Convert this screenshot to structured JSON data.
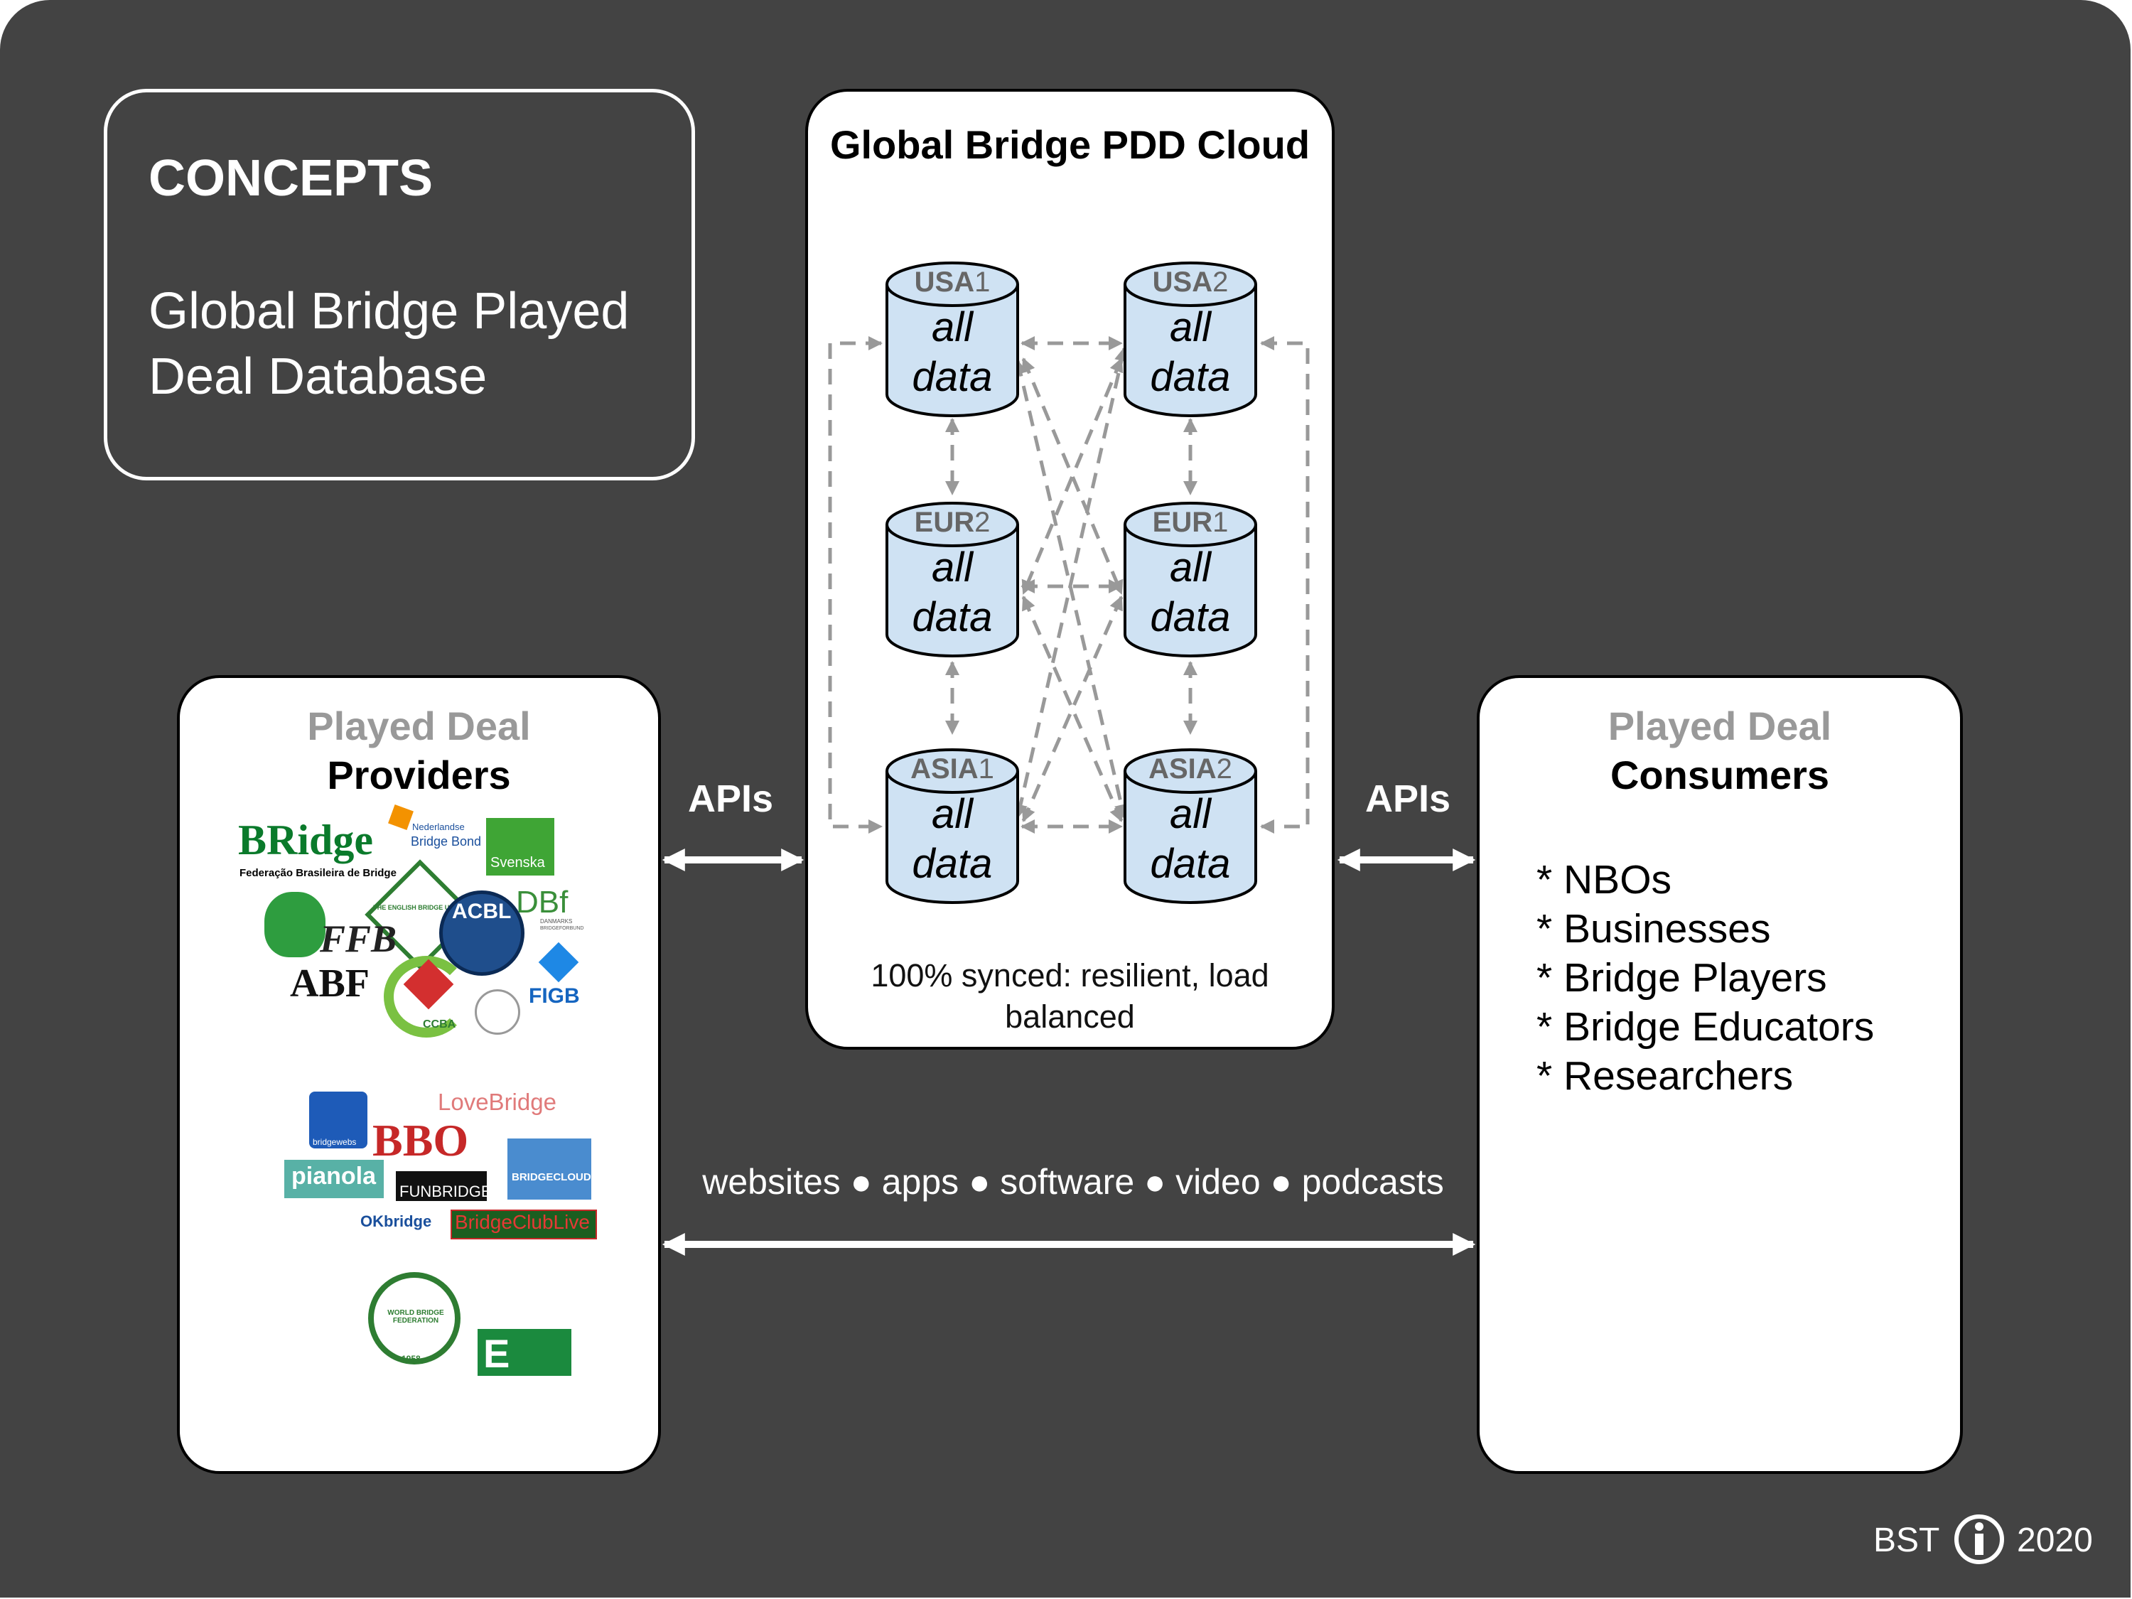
{
  "concepts": {
    "heading": "CONCEPTS",
    "subtitle": "Global Bridge Played Deal Database"
  },
  "cloud": {
    "title": "Global Bridge PDD Cloud",
    "footer": "100% synced: resilient, load balanced",
    "nodes": [
      {
        "region": "USA",
        "num": "1",
        "line1": "all",
        "line2": "data"
      },
      {
        "region": "USA",
        "num": "2",
        "line1": "all",
        "line2": "data"
      },
      {
        "region": "EUR",
        "num": "2",
        "line1": "all",
        "line2": "data"
      },
      {
        "region": "EUR",
        "num": "1",
        "line1": "all",
        "line2": "data"
      },
      {
        "region": "ASIA",
        "num": "1",
        "line1": "all",
        "line2": "data"
      },
      {
        "region": "ASIA",
        "num": "2",
        "line1": "all",
        "line2": "data"
      }
    ]
  },
  "providers": {
    "header_gray": "Played Deal",
    "header_black": "Providers",
    "logos_top": [
      "BRidge",
      "Federação Brasileira de Bridge",
      "Nederlandse",
      "Bridge Bond",
      "Svenska",
      "THE ENGLISH BRIDGE UNION",
      "ACBL",
      "DBf",
      "DANMARKS",
      "BRIDGEFORBUND",
      "FFB",
      "ABF",
      "CCBA",
      "FIGB"
    ],
    "logos_middle": [
      "bridgewebs",
      "LoveBridge",
      "BBO",
      "pianola",
      "FUNBRIDGE",
      "BRIDGECLOUD",
      "OKbridge",
      "BridgeClubLive"
    ],
    "logos_bottom": [
      "WORLD BRIDGE FEDERATION",
      "1958",
      "E"
    ]
  },
  "consumers": {
    "header_gray": "Played Deal",
    "header_black": "Consumers",
    "items": [
      "* NBOs",
      "* Businesses",
      "* Bridge Players",
      "* Bridge Educators",
      "* Researchers"
    ]
  },
  "apis_left": "APIs",
  "apis_right": "APIs",
  "channels": "websites ● apps ● software ● video ● podcasts",
  "credit": {
    "org": "BST",
    "year": "2020",
    "icon": "accessibility-icon"
  },
  "colors": {
    "background": "#434343",
    "cylinder_fill": "#cfe2f3",
    "arrow_gray": "#999999"
  }
}
